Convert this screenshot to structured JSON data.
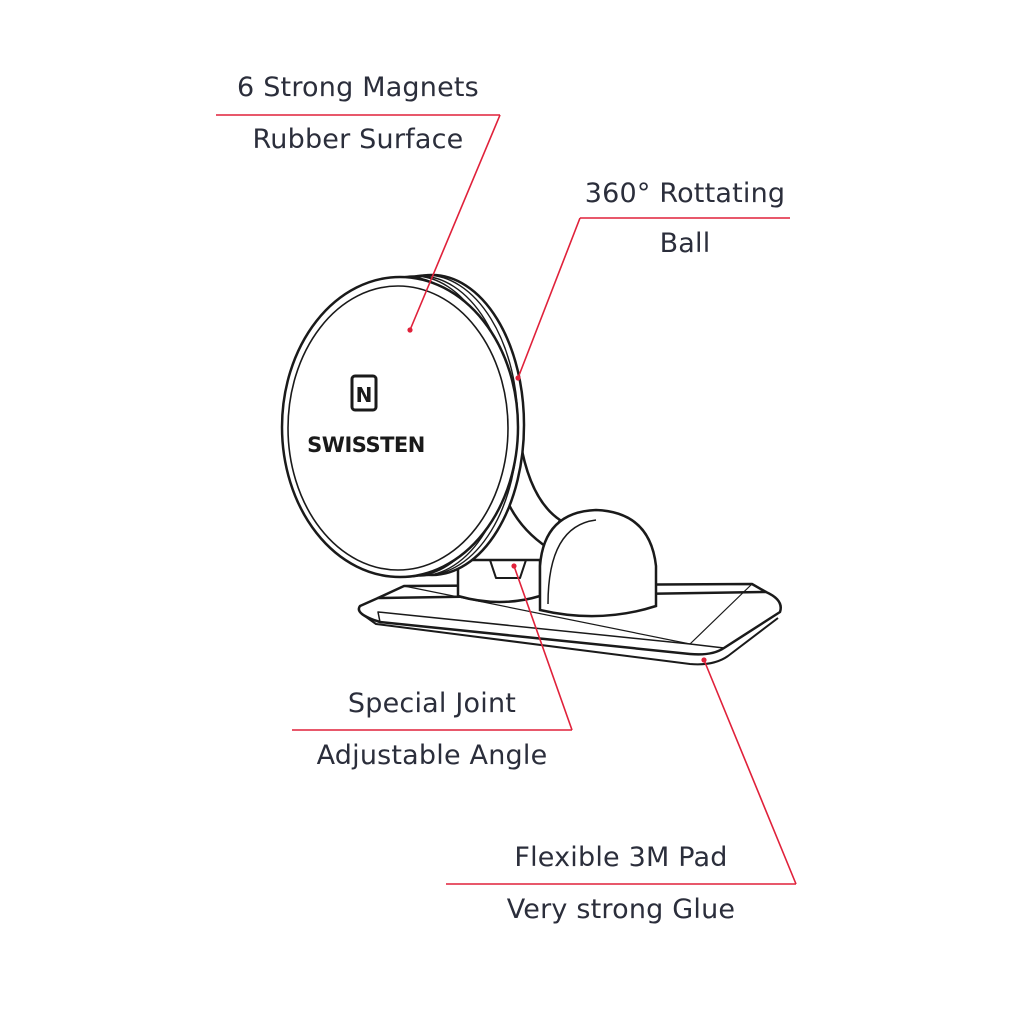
{
  "callouts": {
    "magnets": {
      "line1": "6 Strong Magnets",
      "line2": "Rubber Surface"
    },
    "rotating": {
      "line1": "360° Rottating",
      "line2": "Ball"
    },
    "joint": {
      "line1": "Special Joint",
      "line2": "Adjustable Angle"
    },
    "pad": {
      "line1": "Flexible 3M Pad",
      "line2": "Very strong Glue"
    }
  },
  "product": {
    "logo_text": "SWISSTEN",
    "logo_mark": "N"
  },
  "colors": {
    "leader": "#e0213a",
    "outline": "#1a1a1a",
    "text": "#2b2e3b"
  }
}
